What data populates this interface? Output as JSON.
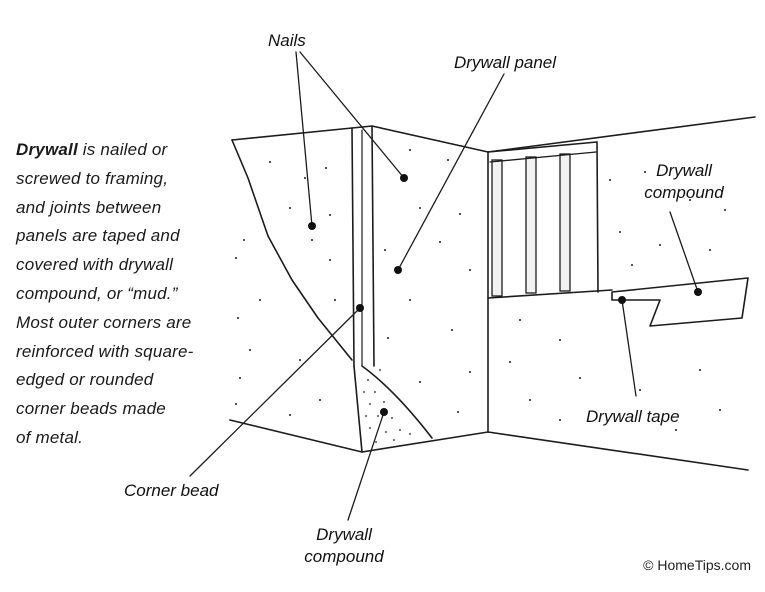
{
  "description": {
    "bold_term": "Drywall",
    "lines": [
      " is nailed or",
      "screwed to framing,",
      "and joints between",
      "panels are taped and",
      "covered with drywall",
      "compound, or “mud.”",
      "Most outer corners are",
      "reinforced with square-",
      "edged or rounded",
      "corner beads made",
      "of metal."
    ]
  },
  "labels": {
    "nails": "Nails",
    "drywall_panel": "Drywall panel",
    "drywall_compound_right": [
      "Drywall",
      "compound"
    ],
    "drywall_tape": "Drywall tape",
    "corner_bead": "Corner bead",
    "drywall_compound_bottom": [
      "Drywall",
      "compound"
    ]
  },
  "credit": "© HomeTips.com"
}
